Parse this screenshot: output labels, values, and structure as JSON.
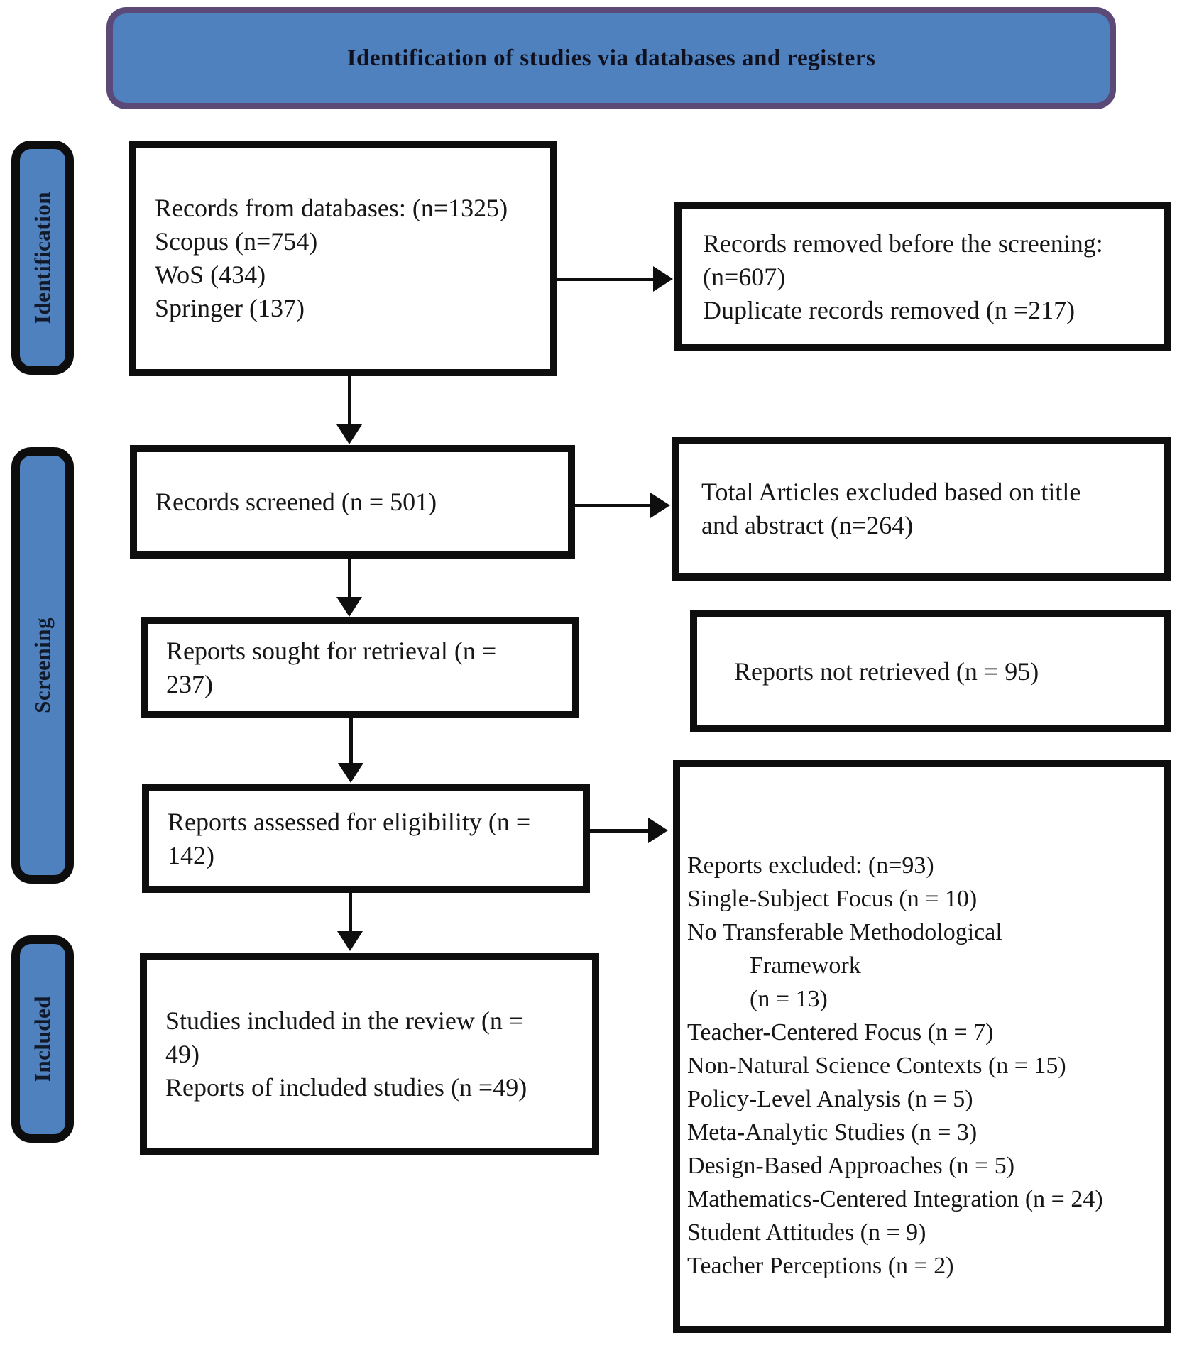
{
  "diagram": {
    "title": "Identification of studies via databases and registers",
    "stages": [
      {
        "label": "Identification"
      },
      {
        "label": "Screening"
      },
      {
        "label": "Included"
      }
    ],
    "flow_boxes": [
      {
        "id": "records-from-databases",
        "lines": [
          "Records from databases: (n=1325)",
          "Scopus (n=754)",
          "WoS (434)",
          "Springer (137)"
        ]
      },
      {
        "id": "records-screened",
        "lines": [
          "Records screened (n = 501)"
        ]
      },
      {
        "id": "reports-sought-for-retrieval",
        "lines": [
          "Reports sought for retrieval (n =",
          "237)"
        ]
      },
      {
        "id": "reports-assessed-for-eligibility",
        "lines": [
          "Reports assessed for eligibility (n =",
          "142)"
        ]
      },
      {
        "id": "studies-included-in-review",
        "lines": [
          "Studies included in the review (n =",
          "49)",
          "Reports of included studies (n =49)"
        ]
      }
    ],
    "side_boxes": [
      {
        "id": "records-removed-before-screening",
        "lines": [
          "Records removed before the screening:",
          "(n=607)",
          "Duplicate records removed (n =217)"
        ]
      },
      {
        "id": "articles-excluded-title-abstract",
        "lines": [
          "Total Articles excluded based on title",
          "and abstract (n=264)"
        ]
      },
      {
        "id": "reports-not-retrieved",
        "lines": [
          "Reports not retrieved (n = 95)"
        ]
      },
      {
        "id": "reports-excluded",
        "lines": [
          "Reports excluded: (n=93)",
          "Single-Subject Focus (n = 10)",
          "No Transferable Methodological",
          {
            "text": "Framework",
            "indent": true
          },
          {
            "text": "(n = 13)",
            "indent": true
          },
          "Teacher-Centered Focus (n = 7)",
          "Non-Natural Science Contexts (n = 15)",
          "Policy-Level Analysis (n = 5)",
          "Meta-Analytic Studies (n = 3)",
          "Design-Based Approaches (n = 5)",
          "Mathematics-Centered Integration (n = 24)",
          "Student Attitudes (n = 9)",
          "Teacher Perceptions (n = 2)"
        ]
      }
    ],
    "colors": {
      "banner_fill": "#4e81bd",
      "banner_border": "#5b4a78",
      "stage_tab_fill": "#4e81bd",
      "box_border": "#0e0e0e",
      "text": "#161616"
    }
  }
}
